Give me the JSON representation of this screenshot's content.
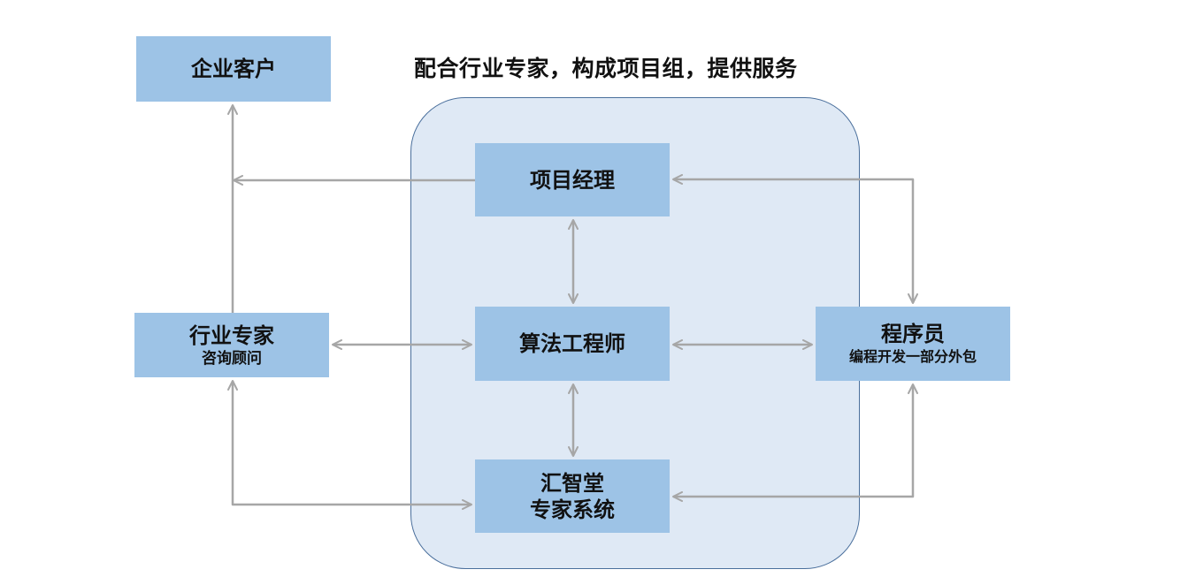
{
  "title": "配合行业专家，构成项目组，提供服务",
  "colors": {
    "node_fill": "#9dc3e6",
    "group_fill": "#dfe9f5",
    "group_border": "#4a6f9c",
    "edge": "#a6a6a6",
    "text": "#111111"
  },
  "nodes": {
    "client": {
      "label": "企业客户"
    },
    "expert": {
      "label": "行业专家",
      "sub": "咨询顾问"
    },
    "pm": {
      "label": "项目经理"
    },
    "algo": {
      "label": "算法工程师"
    },
    "hzt": {
      "line1": "汇智堂",
      "line2": "专家系统"
    },
    "prog": {
      "label": "程序员",
      "sub": "编程开发一部分外包"
    }
  },
  "edges": [
    {
      "from": "pm",
      "to": "client",
      "direction": "forward"
    },
    {
      "from": "expert",
      "to": "client",
      "direction": "forward"
    },
    {
      "from": "pm",
      "to": "algo",
      "direction": "both"
    },
    {
      "from": "expert",
      "to": "algo",
      "direction": "both"
    },
    {
      "from": "algo",
      "to": "prog",
      "direction": "both"
    },
    {
      "from": "algo",
      "to": "hzt",
      "direction": "both"
    },
    {
      "from": "pm",
      "to": "prog",
      "direction": "both"
    },
    {
      "from": "expert",
      "to": "hzt",
      "direction": "both"
    },
    {
      "from": "hzt",
      "to": "prog",
      "direction": "both"
    }
  ]
}
